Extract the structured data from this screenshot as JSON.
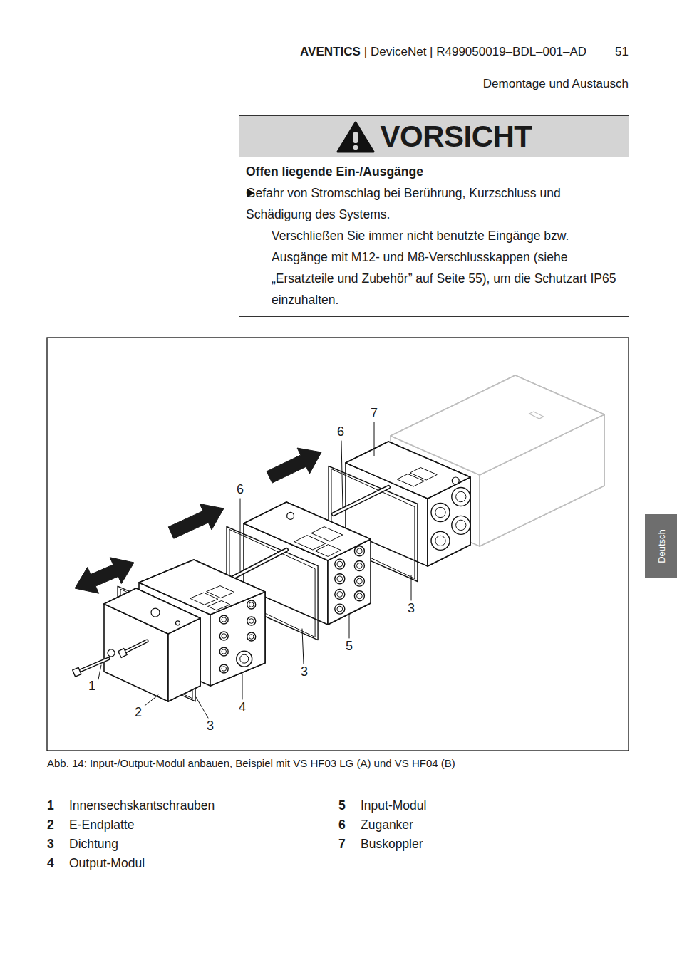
{
  "diagram": {
    "caption": "Abb. 14: Input-/Output-Modul anbauen, Beispiel mit VS HF03 LG (A) und VS HF04 (B)",
    "nodes": [
      {
        "text": [
          "Offen liegende Ein-/Ausgänge",
          "Gefahr von Stromschlag bei Berührung, Kurzschluss und Schädigung des Systems.",
          "Verschließen Sie immer nicht benutzte Eingänge bzw. Ausgänge mit M12- und M8-Verschlusskappen (siehe „Ersatzteile und Zubehör” auf Seite 55), um die Schutzart IP65 einzuhalten."
        ]
      },
      {
        "text": [
          "VORSICHT"
        ],
        "in": 0
      },
      {
        "text": [
          "Deutsch"
        ]
      }
    ],
    "edges": [],
    "labels": [
      "AVENTICS",
      "| DeviceNet | R499050019–BDL–001–AD",
      "51",
      "Demontage und Austausch",
      "7",
      "6",
      "6",
      "3",
      "5",
      "3",
      "4",
      "1",
      "2",
      "3",
      "1",
      "Innensechskantschrauben",
      "2",
      "E-Endplatte",
      "3",
      "Dichtung",
      "4",
      "Output-Modul",
      "5",
      "Input-Modul",
      "6",
      "Zuganker",
      "7",
      "Buskoppler"
    ]
  }
}
